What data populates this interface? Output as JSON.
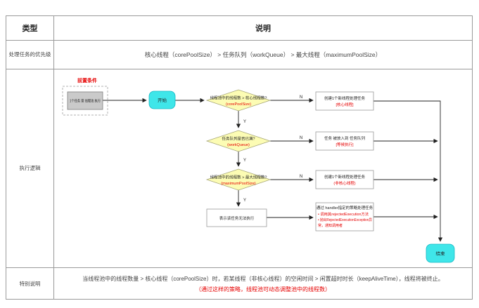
{
  "table": {
    "header": {
      "col_type": "类型",
      "col_desc": "说明"
    },
    "priority_row": {
      "label": "处理任务的优先级",
      "content": "核心线程（corePoolSize） > 任务队列（workQueue） > 最大线程（maximumPoolSize）"
    },
    "logic_row": {
      "label": "执行逻辑"
    },
    "special_row": {
      "label": "特别说明",
      "line1": "当线程池中的线程数量 > 核心线程（corePoolSize）时，若某线程（非核心线程）的空闲时间 > 闲置超时时长（keepAliveTime），线程将被终止。",
      "line2": "（通过这样的策略，线程池可动态调整池中的线程数）"
    }
  },
  "flowchart": {
    "precondition_label": "前置条件",
    "task_box": "1个任务 需 线程池 执行",
    "start": "开始",
    "end": "结束",
    "labels": {
      "yes": "Y",
      "no": "N"
    },
    "d1": {
      "line1": "线程池中的线程数 > 核心线程数?",
      "line2": "(corePoolSize)"
    },
    "d2": {
      "line1": "任务队列是否已满?",
      "line2": "(workQueue)"
    },
    "d3": {
      "line1": "线程池中的线程数 > 最大线程数?",
      "line2": "(maximumPoolSize)"
    },
    "box1": {
      "line1": "创建1个新线程处理任务",
      "line2": "[核心线程]"
    },
    "box2": {
      "line1": "任务 被放入到 任务队列",
      "line2": "[等候执行]"
    },
    "box3": {
      "line1": "创建1个新线程处理任务",
      "line2": "(非核心线程)"
    },
    "box4": {
      "line1": "表示该任务无法执行"
    },
    "box5": {
      "lines": [
        "通过 handler指定的策略处理任务",
        "• 调用其rejectedExecution方法",
        "• 抛出RejectedExecutionException异",
        "常，通知调用者"
      ]
    }
  },
  "colors": {
    "accent_cyan": "#3fe6e9",
    "diamond_yellow": "#fcfcb4",
    "status_red": "#e60000",
    "gray_box": "#cacaca",
    "border_gray": "#9a9a9a"
  }
}
